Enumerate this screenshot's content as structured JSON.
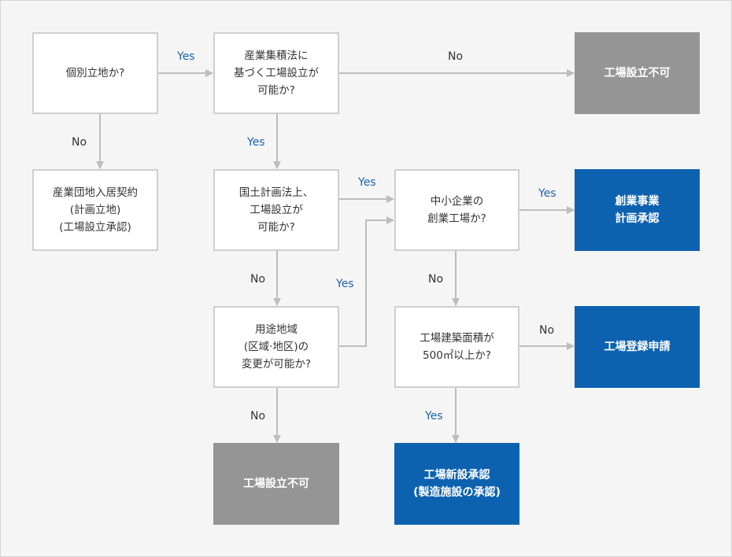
{
  "colors": {
    "background": "#f5f5f5",
    "box_border": "#cfcfcf",
    "connector": "#bdbdbd",
    "result_gray": "#959595",
    "result_blue": "#0d62b0",
    "yes_text": "#1d63ad"
  },
  "nodes": {
    "q_individual": "個別立地か?",
    "q_industrial_law": "産業集積法に\n基づく工場設立が\n可能か?",
    "r_not_allowed_top": "工場設立不可",
    "r_industrial_complex": "産業団地入居契約\n(計画立地)\n(工場設立承認)",
    "q_land_planning": "国土計画法上、\n工場設立が\n可能か?",
    "q_sme": "中小企業の\n創業工場か?",
    "r_startup_plan": "創業事業\n計画承認",
    "q_zoning": "用途地域\n(区域·地区)の\n変更が可能か?",
    "q_floor_area": "工場建築面積が\n500㎡以上か?",
    "r_factory_registration": "工場登録申請",
    "r_not_allowed_bottom": "工場設立不可",
    "r_new_factory_approval": "工場新設承認\n(製造施設の承認)"
  },
  "edge_labels": {
    "yes_1": "Yes",
    "no_top": "No",
    "no_individual": "No",
    "yes_industrial": "Yes",
    "yes_land": "Yes",
    "yes_sme": "Yes",
    "no_land": "No",
    "yes_zoning": "Yes",
    "no_sme": "No",
    "no_floor": "No",
    "no_zoning": "No",
    "yes_floor": "Yes"
  }
}
